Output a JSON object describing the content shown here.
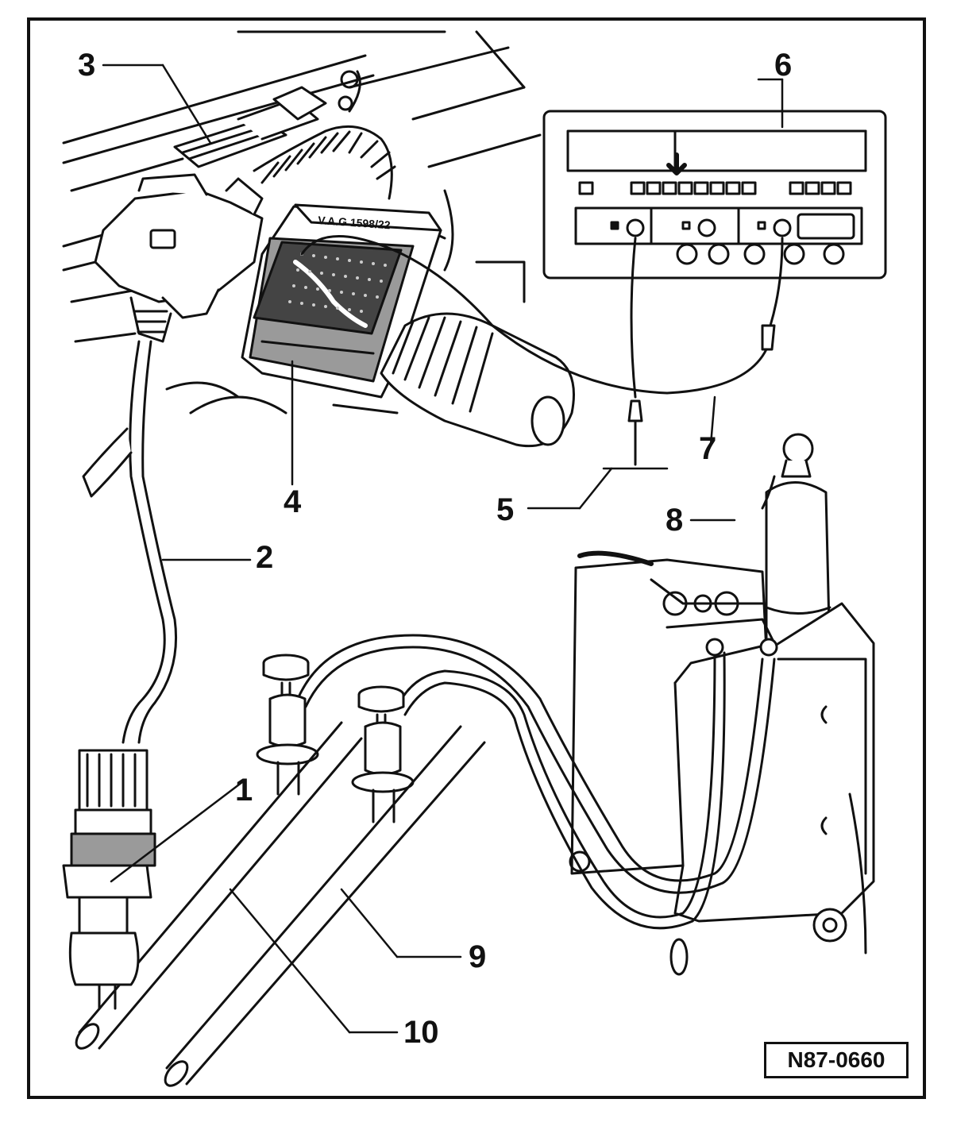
{
  "figure": {
    "reference_code": "N87-0660",
    "device_label": "V.A.G 1598/22"
  },
  "callouts": [
    {
      "id": "1",
      "label": "1"
    },
    {
      "id": "2",
      "label": "2"
    },
    {
      "id": "3",
      "label": "3"
    },
    {
      "id": "4",
      "label": "4"
    },
    {
      "id": "5",
      "label": "5"
    },
    {
      "id": "6",
      "label": "6"
    },
    {
      "id": "7",
      "label": "7"
    },
    {
      "id": "8",
      "label": "8"
    },
    {
      "id": "9",
      "label": "9"
    },
    {
      "id": "10",
      "label": "10"
    }
  ],
  "colors": {
    "ink": "#111111",
    "paper": "#ffffff",
    "shade": "#9a9a9a",
    "dark_shade": "#444444"
  }
}
